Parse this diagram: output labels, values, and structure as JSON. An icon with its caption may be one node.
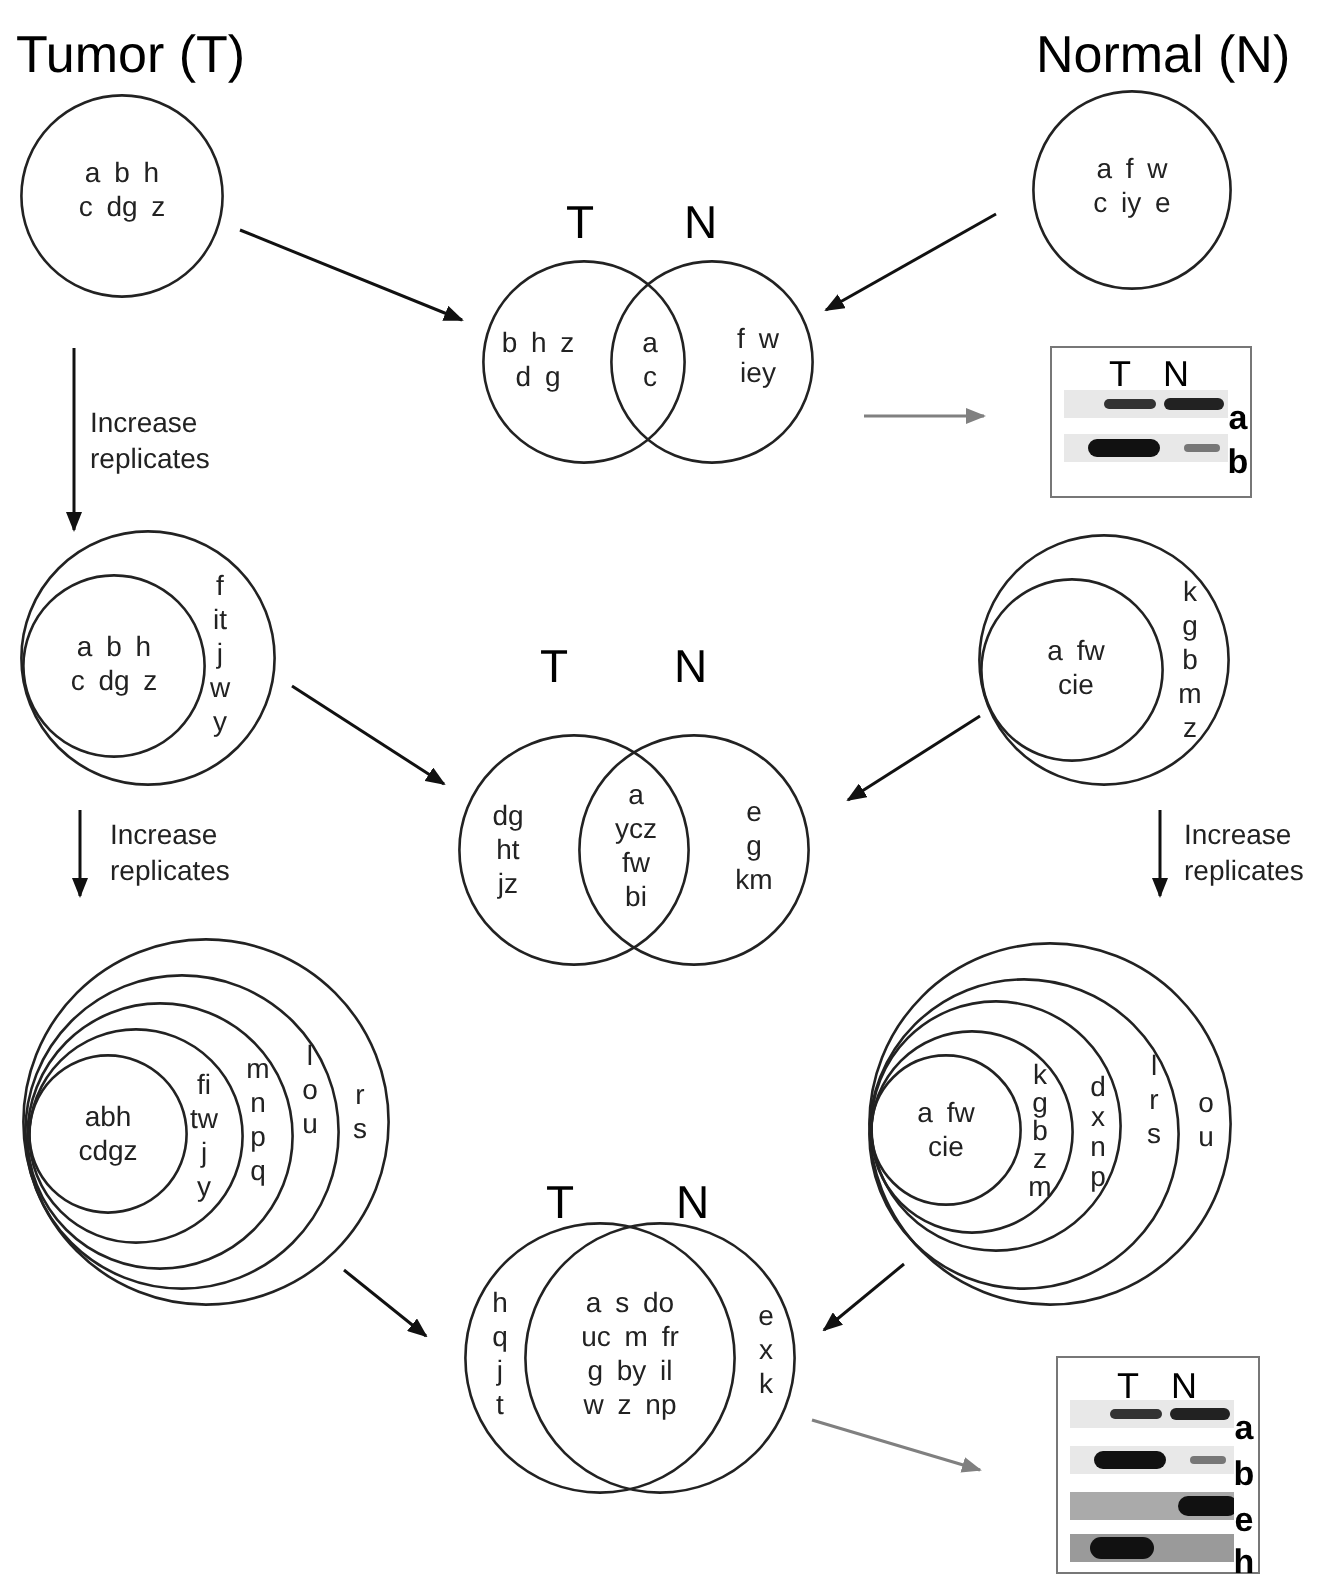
{
  "diagram": {
    "nodes": [
      {
        "text": [
          "a b h c dg z"
        ],
        "beside": [
          "Tumor (T)"
        ]
      },
      {
        "text": [
          "a f w c iy e"
        ],
        "beside": [
          "Normal (N)"
        ]
      },
      {
        "text": [
          "b h z d g",
          "a c",
          "f w iey"
        ],
        "beside": [
          "T",
          "N"
        ]
      },
      {
        "text": [
          "T",
          "N",
          "a",
          "b"
        ]
      },
      {
        "text": [
          "f it j w y"
        ]
      },
      {
        "text": [
          "a b h c dg z"
        ],
        "in": 4
      },
      {
        "text": [
          "dg ht jz",
          "a ycz fw bi",
          "e g km"
        ],
        "beside": [
          "T",
          "N"
        ]
      },
      {
        "text": [
          "k g b m z"
        ]
      },
      {
        "text": [
          "a fw cie"
        ],
        "in": 7
      },
      {
        "text": [
          "r s"
        ]
      },
      {
        "text": [
          "l o u"
        ],
        "in": 9
      },
      {
        "text": [
          "m n p q"
        ],
        "in": 10
      },
      {
        "text": [
          "fi tw j y"
        ],
        "in": 11
      },
      {
        "text": [
          "abh cdgz"
        ],
        "in": 12
      },
      {
        "text": [
          "h q j t",
          "a s do uc m fr g by il w z np",
          "e x k"
        ],
        "beside": [
          "T",
          "N"
        ]
      },
      {
        "text": [
          "o u"
        ]
      },
      {
        "text": [
          "l r s"
        ],
        "in": 15
      },
      {
        "text": [
          "d x n p"
        ],
        "in": 16
      },
      {
        "text": [
          "k g b z m"
        ],
        "in": 17
      },
      {
        "text": [
          "a fw cie"
        ],
        "in": 18
      },
      {
        "text": [
          "T",
          "N",
          "a",
          "b",
          "e",
          "h"
        ]
      }
    ],
    "edges": [
      {
        "from": 0,
        "to": 2,
        "arrow": "to"
      },
      {
        "from": 1,
        "to": 2,
        "arrow": "to"
      },
      {
        "from": 2,
        "to": 3,
        "arrow": "to",
        "color": "#808080"
      },
      {
        "from": 0,
        "to": 4,
        "arrow": "to",
        "label": "Increase replicates"
      },
      {
        "from": 4,
        "to": 6,
        "arrow": "to"
      },
      {
        "from": 7,
        "to": 6,
        "arrow": "to"
      },
      {
        "from": 4,
        "to": 9,
        "arrow": "to",
        "label": "Increase replicates"
      },
      {
        "from": 7,
        "to": 15,
        "arrow": "to",
        "label": "Increase replicates"
      },
      {
        "from": 9,
        "to": 14,
        "arrow": "to"
      },
      {
        "from": 15,
        "to": 14,
        "arrow": "to"
      },
      {
        "from": 14,
        "to": 20,
        "arrow": "to",
        "color": "#808080"
      }
    ]
  }
}
